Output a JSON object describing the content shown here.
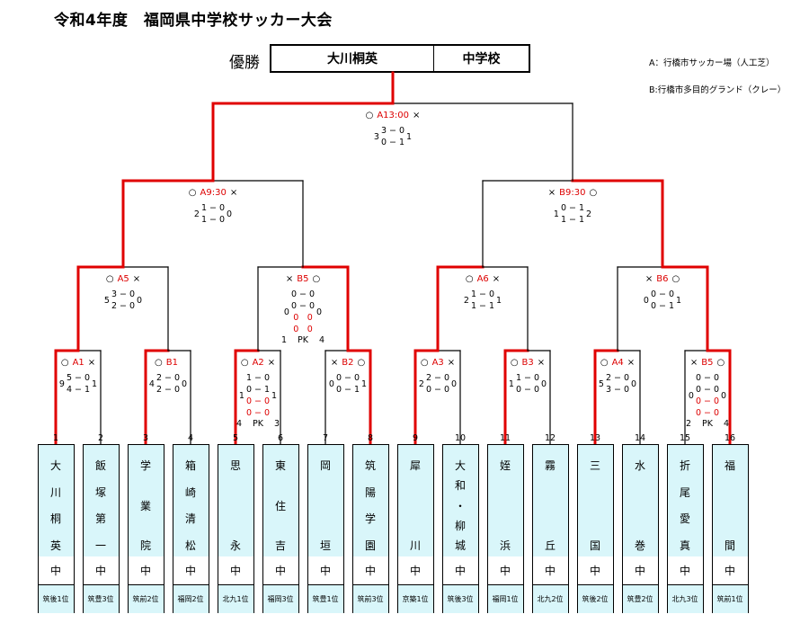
{
  "title": "令和4年度　福岡県中学校サッカー大会",
  "champion": {
    "label": "優勝",
    "school": "大川桐英",
    "suffix": "中学校"
  },
  "venues": [
    "A：行橋市サッカー場（人工芝）",
    "B:行橋市多目的グランド（クレー）"
  ],
  "teams": [
    {
      "num": "1",
      "chars": [
        "大",
        "川",
        "桐",
        "英"
      ],
      "suffix": "中",
      "qual": "筑後1位"
    },
    {
      "num": "2",
      "chars": [
        "飯",
        "塚",
        "第",
        "一"
      ],
      "suffix": "中",
      "qual": "筑豊3位"
    },
    {
      "num": "3",
      "chars": [
        "学",
        "業",
        "院"
      ],
      "suffix": "中",
      "qual": "筑前2位"
    },
    {
      "num": "4",
      "chars": [
        "箱",
        "崎",
        "清",
        "松"
      ],
      "suffix": "中",
      "qual": "福岡2位"
    },
    {
      "num": "5",
      "chars": [
        "思",
        "永"
      ],
      "suffix": "中",
      "qual": "北九1位"
    },
    {
      "num": "6",
      "chars": [
        "東",
        "住",
        "吉"
      ],
      "suffix": "中",
      "qual": "福岡3位"
    },
    {
      "num": "7",
      "chars": [
        "岡",
        "垣"
      ],
      "suffix": "中",
      "qual": "筑豊1位"
    },
    {
      "num": "8",
      "chars": [
        "筑",
        "陽",
        "学",
        "園"
      ],
      "suffix": "中",
      "qual": "筑前3位"
    },
    {
      "num": "9",
      "chars": [
        "犀",
        "川"
      ],
      "suffix": "中",
      "qual": "京築1位"
    },
    {
      "num": "10",
      "chars": [
        "大",
        "和",
        "・",
        "柳",
        "城"
      ],
      "suffix": "中",
      "qual": "筑後3位"
    },
    {
      "num": "11",
      "chars": [
        "姪",
        "浜"
      ],
      "suffix": "中",
      "qual": "福岡1位"
    },
    {
      "num": "12",
      "chars": [
        "霧",
        "丘"
      ],
      "suffix": "中",
      "qual": "北九2位"
    },
    {
      "num": "13",
      "chars": [
        "三",
        "国"
      ],
      "suffix": "中",
      "qual": "筑後2位"
    },
    {
      "num": "14",
      "chars": [
        "水",
        "巻"
      ],
      "suffix": "中",
      "qual": "筑豊2位"
    },
    {
      "num": "15",
      "chars": [
        "折",
        "尾",
        "愛",
        "真"
      ],
      "suffix": "中",
      "qual": "北九3位"
    },
    {
      "num": "16",
      "chars": [
        "福",
        "間"
      ],
      "suffix": "中",
      "qual": "筑前1位"
    }
  ],
  "matches": [
    {
      "code": "A1",
      "left_mark": "○",
      "right_mark": "×",
      "left_total": "9",
      "right_total": "1",
      "halves": [
        "5 − 0",
        "4 − 1"
      ]
    },
    {
      "code": "B1",
      "left_mark": "○",
      "right_mark": "",
      "left_total": "4",
      "right_total": "0",
      "halves": [
        "2 − 0",
        "2 − 0"
      ]
    },
    {
      "code": "A2",
      "left_mark": "○",
      "right_mark": "×",
      "left_total": "1",
      "right_total": "1",
      "halves": [
        "1 − 0",
        "0 − 1",
        "0 − 0",
        "0 − 0"
      ],
      "pk": [
        "4",
        "PK",
        "3"
      ]
    },
    {
      "code": "B2",
      "left_mark": "×",
      "right_mark": "○",
      "left_total": "0",
      "right_total": "1",
      "halves": [
        "0 − 0",
        "0 − 1"
      ]
    },
    {
      "code": "A3",
      "left_mark": "○",
      "right_mark": "×",
      "left_total": "2",
      "right_total": "0",
      "halves": [
        "2 − 0",
        "0 − 0"
      ]
    },
    {
      "code": "B3",
      "left_mark": "○",
      "right_mark": "×",
      "left_total": "1",
      "right_total": "0",
      "halves": [
        "1 − 0",
        "0 − 0"
      ]
    },
    {
      "code": "A4",
      "left_mark": "○",
      "right_mark": "×",
      "left_total": "5",
      "right_total": "0",
      "halves": [
        "2 − 0",
        "3 − 0"
      ]
    },
    {
      "code": "B5",
      "left_mark": "×",
      "right_mark": "○",
      "left_total": "0",
      "right_total": "0",
      "halves": [
        "0 − 0",
        "0 − 0",
        "0 − 0",
        "0 − 0"
      ],
      "pk": [
        "2",
        "PK",
        "4"
      ]
    },
    {
      "code": "A5",
      "left_mark": "○",
      "right_mark": "×",
      "left_total": "5",
      "right_total": "0",
      "halves": [
        "3 − 0",
        "2 − 0"
      ]
    },
    {
      "code": "B5",
      "left_mark": "×",
      "right_mark": "○",
      "left_total": "0",
      "right_total": "0",
      "halves": [
        "0 − 0",
        "0 − 0",
        "0　0",
        "0　0"
      ],
      "pk": [
        "1",
        "PK",
        "4"
      ]
    },
    {
      "code": "A6",
      "left_mark": "○",
      "right_mark": "×",
      "left_total": "2",
      "right_total": "1",
      "halves": [
        "1 − 0",
        "1 − 1"
      ]
    },
    {
      "code": "B6",
      "left_mark": "×",
      "right_mark": "○",
      "left_total": "0",
      "right_total": "1",
      "halves": [
        "0 − 0",
        "0 − 1"
      ]
    },
    {
      "code": "A9:30",
      "left_mark": "○",
      "right_mark": "×",
      "left_total": "2",
      "right_total": "0",
      "halves": [
        "1 − 0",
        "1 − 0"
      ]
    },
    {
      "code": "B9:30",
      "left_mark": "×",
      "right_mark": "○",
      "left_total": "1",
      "right_total": "2",
      "halves": [
        "0 − 1",
        "1 − 1"
      ]
    },
    {
      "code": "A13:00",
      "left_mark": "○",
      "right_mark": "×",
      "left_total": "3",
      "right_total": "1",
      "halves": [
        "3 − 0",
        "0 − 1"
      ]
    }
  ]
}
